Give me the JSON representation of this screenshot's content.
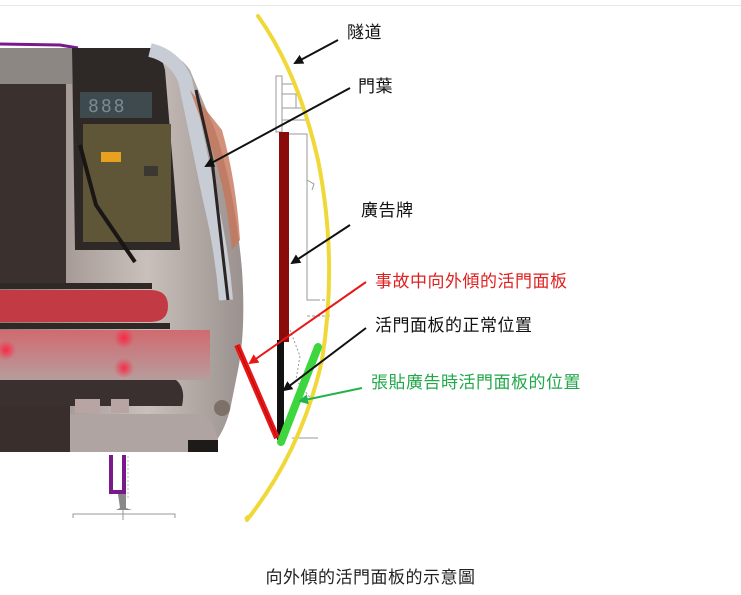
{
  "diagram": {
    "labels": {
      "tunnel": "隧道",
      "door_leaf": "門葉",
      "billboard": "廣告牌",
      "tilted_panel": "事故中向外傾的活門面板",
      "normal_position": "活門面板的正常位置",
      "ad_position": "張貼廣告時活門面板的位置"
    },
    "caption": "向外傾的活門面板的示意圖",
    "colors": {
      "tunnel_line": "#f0d838",
      "billboard": "#8b0a0a",
      "tilted_panel": "#e81818",
      "normal_panel": "#111111",
      "ad_panel": "#3ed63e",
      "label_red": "#e02020",
      "label_black": "#111111",
      "label_green": "#22a84a",
      "train_body": "#b8b0ac",
      "train_stripe": "#c23a44",
      "train_dark": "#2e2826",
      "purple_rail": "#7a1a8a"
    }
  }
}
